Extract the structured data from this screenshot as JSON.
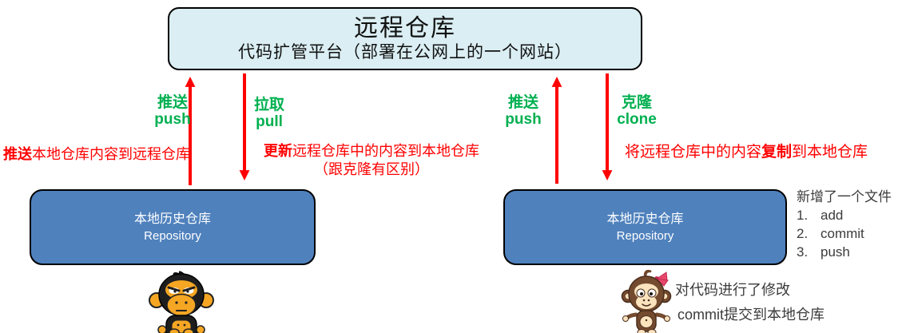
{
  "colors": {
    "arrow_red": "#FF0000",
    "label_green": "#00B050",
    "red_text": "#FF0000",
    "remote_box_fill": "#DAEEF3",
    "local_box_fill": "#4F81BD",
    "box_border": "#000000",
    "dark_text": "#3B3B3B",
    "box_text": "#FFFFFF"
  },
  "remote_box": {
    "title": "远程仓库",
    "subtitle": "代码扩管平台（部署在公网上的一个网站）"
  },
  "flows": {
    "push_left": {
      "zh": "推送",
      "en": "push"
    },
    "pull": {
      "zh": "拉取",
      "en": "pull"
    },
    "push_right": {
      "zh": "推送",
      "en": "push"
    },
    "clone": {
      "zh": "克隆",
      "en": "clone"
    }
  },
  "notes": {
    "push_note": {
      "bold": "推送",
      "rest": "本地仓库内容到远程仓库"
    },
    "pull_note": {
      "bold": "更新",
      "rest": "远程仓库中的内容到本地仓库",
      "line2": "（跟克隆有区别）"
    },
    "clone_note": {
      "pre": "将远程仓库中的内容",
      "bold": "复制",
      "post": "到本地仓库"
    },
    "new_file": {
      "title": "新增了一个文件",
      "items": [
        {
          "num": "1.",
          "label": "add"
        },
        {
          "num": "2.",
          "label": "commit"
        },
        {
          "num": "3.",
          "label": "push"
        }
      ]
    },
    "modified": "对代码进行了修改",
    "commit_local": "commit提交到本地仓库"
  },
  "local_boxes": {
    "left": {
      "title": "本地历史仓库",
      "subtitle": "Repository"
    },
    "right": {
      "title": "本地历史仓库",
      "subtitle": "Repository"
    }
  }
}
